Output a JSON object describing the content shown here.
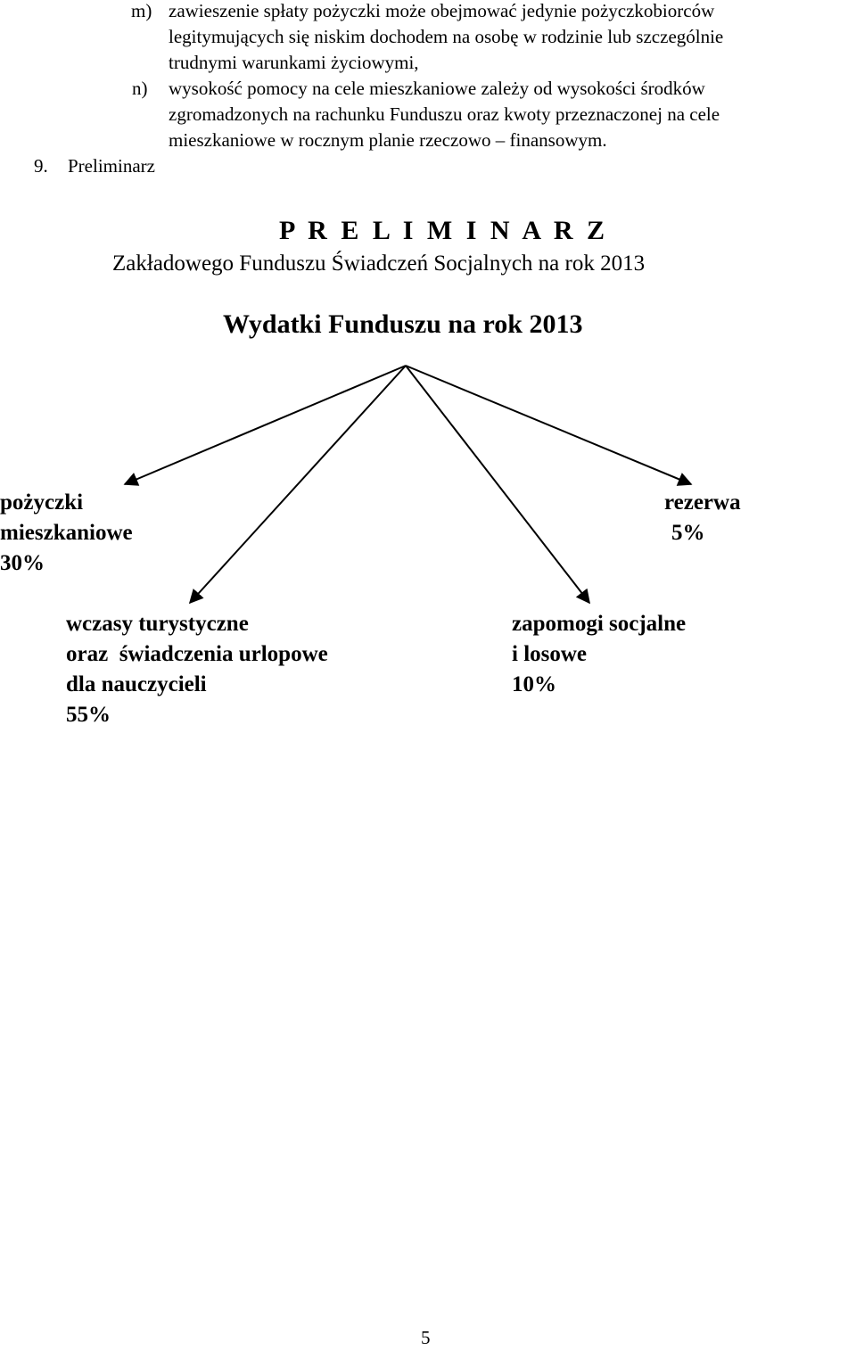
{
  "list": {
    "item_m": {
      "marker": "m)",
      "lines": [
        "zawieszenie spłaty pożyczki może obejmować jedynie pożyczkobiorców",
        "legitymujących się niskim dochodem na osobę w rodzinie lub szczególnie",
        "trudnymi warunkami życiowymi,"
      ]
    },
    "item_n": {
      "marker": "n)",
      "lines": [
        "wysokość pomocy na cele mieszkaniowe zależy od wysokości środków",
        "zgromadzonych na rachunku Funduszu oraz kwoty przeznaczonej na cele",
        "mieszkaniowe w rocznym planie rzeczowo – finansowym."
      ]
    }
  },
  "section": {
    "number": "9.",
    "label": "Preliminarz"
  },
  "preliminarz": {
    "title": "P R E L I M I N A R Z",
    "subtitle": "Zakładowego Funduszu Świadczeń Socjalnych na rok 2013"
  },
  "expenses": {
    "heading": "Wydatki Funduszu na rok 2013",
    "loans": [
      "pożyczki",
      "mieszkaniowe",
      "30%"
    ],
    "reserve": [
      "rezerwa",
      "5%"
    ],
    "holidays": [
      "wczasy turystyczne",
      "oraz  świadczenia urlopowe",
      "dla nauczycieli",
      "55%"
    ],
    "allowances": [
      "zapomogi socjalne",
      "i losowe",
      "10%"
    ]
  },
  "footer": {
    "page_number": "5"
  }
}
